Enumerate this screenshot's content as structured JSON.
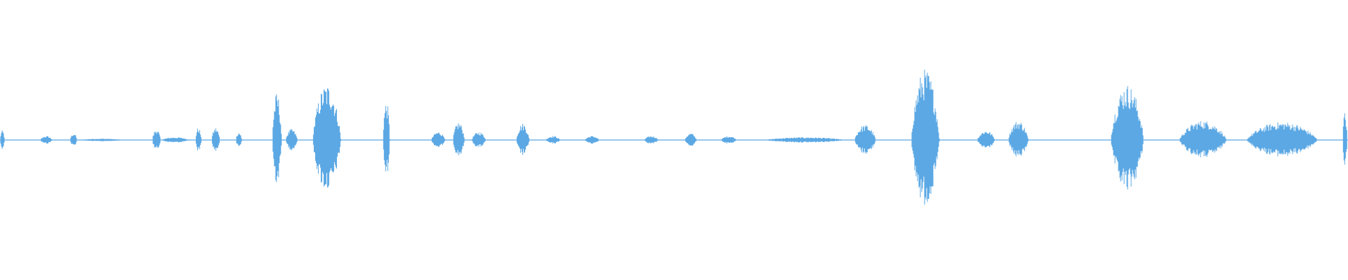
{
  "waveform": {
    "color": "#5ba8e4",
    "baseline_color": "#5ba8e4",
    "segments": [
      {
        "start": 0.0,
        "end": 0.004,
        "amp": 0.07
      },
      {
        "start": 0.03,
        "end": 0.04,
        "amp": 0.03
      },
      {
        "start": 0.052,
        "end": 0.058,
        "amp": 0.05
      },
      {
        "start": 0.06,
        "end": 0.095,
        "amp": 0.01
      },
      {
        "start": 0.113,
        "end": 0.12,
        "amp": 0.08
      },
      {
        "start": 0.12,
        "end": 0.143,
        "amp": 0.02
      },
      {
        "start": 0.145,
        "end": 0.15,
        "amp": 0.09
      },
      {
        "start": 0.157,
        "end": 0.164,
        "amp": 0.09
      },
      {
        "start": 0.175,
        "end": 0.18,
        "amp": 0.06
      },
      {
        "start": 0.202,
        "end": 0.21,
        "amp": 0.34
      },
      {
        "start": 0.212,
        "end": 0.222,
        "amp": 0.08
      },
      {
        "start": 0.232,
        "end": 0.256,
        "amp": 0.4
      },
      {
        "start": 0.284,
        "end": 0.29,
        "amp": 0.28
      },
      {
        "start": 0.32,
        "end": 0.332,
        "amp": 0.06
      },
      {
        "start": 0.336,
        "end": 0.346,
        "amp": 0.13
      },
      {
        "start": 0.35,
        "end": 0.362,
        "amp": 0.06
      },
      {
        "start": 0.383,
        "end": 0.394,
        "amp": 0.12
      },
      {
        "start": 0.405,
        "end": 0.417,
        "amp": 0.03
      },
      {
        "start": 0.434,
        "end": 0.446,
        "amp": 0.03
      },
      {
        "start": 0.478,
        "end": 0.49,
        "amp": 0.03
      },
      {
        "start": 0.508,
        "end": 0.518,
        "amp": 0.05
      },
      {
        "start": 0.535,
        "end": 0.548,
        "amp": 0.03
      },
      {
        "start": 0.568,
        "end": 0.635,
        "amp": 0.02
      },
      {
        "start": 0.634,
        "end": 0.652,
        "amp": 0.11
      },
      {
        "start": 0.676,
        "end": 0.7,
        "amp": 0.51
      },
      {
        "start": 0.725,
        "end": 0.74,
        "amp": 0.07
      },
      {
        "start": 0.748,
        "end": 0.765,
        "amp": 0.14
      },
      {
        "start": 0.824,
        "end": 0.852,
        "amp": 0.4
      },
      {
        "start": 0.875,
        "end": 0.915,
        "amp": 0.14
      },
      {
        "start": 0.925,
        "end": 0.985,
        "amp": 0.13
      },
      {
        "start": 0.996,
        "end": 1.0,
        "amp": 0.2
      }
    ]
  }
}
